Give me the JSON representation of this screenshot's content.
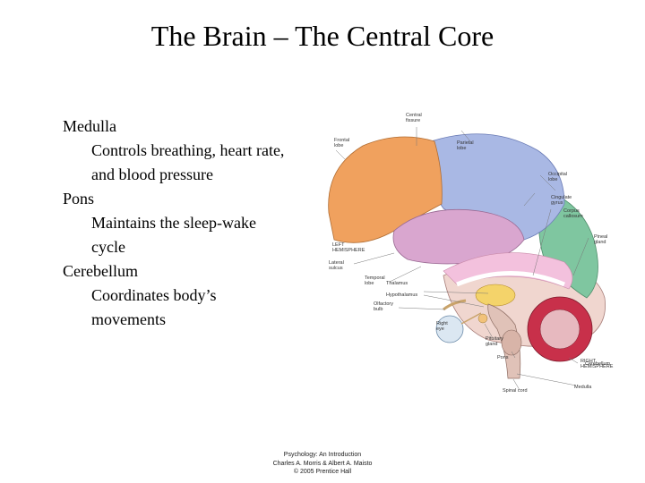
{
  "slide": {
    "title": "The Brain – The Central Core",
    "items": [
      {
        "term": "Medulla",
        "lines": [
          "Controls breathing, heart rate,",
          "and blood pressure"
        ]
      },
      {
        "term": "Pons",
        "lines": [
          "Maintains the sleep-wake",
          "cycle"
        ]
      },
      {
        "term": "Cerebellum",
        "lines": [
          "Coordinates body’s",
          "movements"
        ]
      }
    ],
    "figure": {
      "labels": {
        "central_fissure": [
          "Central",
          "fissure"
        ],
        "frontal_lobe": [
          "Frontal",
          "lobe"
        ],
        "parietal_lobe": [
          "Parietal",
          "lobe"
        ],
        "occipital_lobe": [
          "Occipital",
          "lobe"
        ],
        "cingulate_gyrus": [
          "Cingulate",
          "gyrus"
        ],
        "corpus_callosum": [
          "Corpus",
          "callosum"
        ],
        "left_hemisphere": [
          "LEFT",
          "HEMISPHERE"
        ],
        "pineal_gland": [
          "Pineal",
          "gland"
        ],
        "lateral_sulcus": [
          "Lateral",
          "sulcus"
        ],
        "temporal_lobe": [
          "Temporal",
          "lobe"
        ],
        "thalamus": [
          "Thalamus"
        ],
        "hypothalamus": [
          "Hypothalamus"
        ],
        "olfactory_bulb": [
          "Olfactory",
          "bulb"
        ],
        "right_eye": [
          "Right",
          "eye"
        ],
        "pituitary_gland": [
          "Pituitary",
          "gland"
        ],
        "right_hemisphere": [
          "RIGHT",
          "HEMISPHERE"
        ],
        "pons": [
          "Pons"
        ],
        "cerebellum": [
          "Cerebellum"
        ],
        "medulla": [
          "Medulla"
        ],
        "spinal_cord": [
          "Spinal cord"
        ]
      }
    },
    "footer": [
      "Psychology: An Introduction",
      "Charles A. Morris & Albert A. Maisto",
      "© 2005 Prentice Hall"
    ]
  },
  "colors": {
    "frontal": "#f0a15e",
    "parietal": "#a9b8e4",
    "temporal": "#d9a6cf",
    "occipital": "#7fc6a0",
    "cerebellum": "#c8304a",
    "limbic": "#f3c1dd",
    "thalamus": "#f4d36a"
  }
}
